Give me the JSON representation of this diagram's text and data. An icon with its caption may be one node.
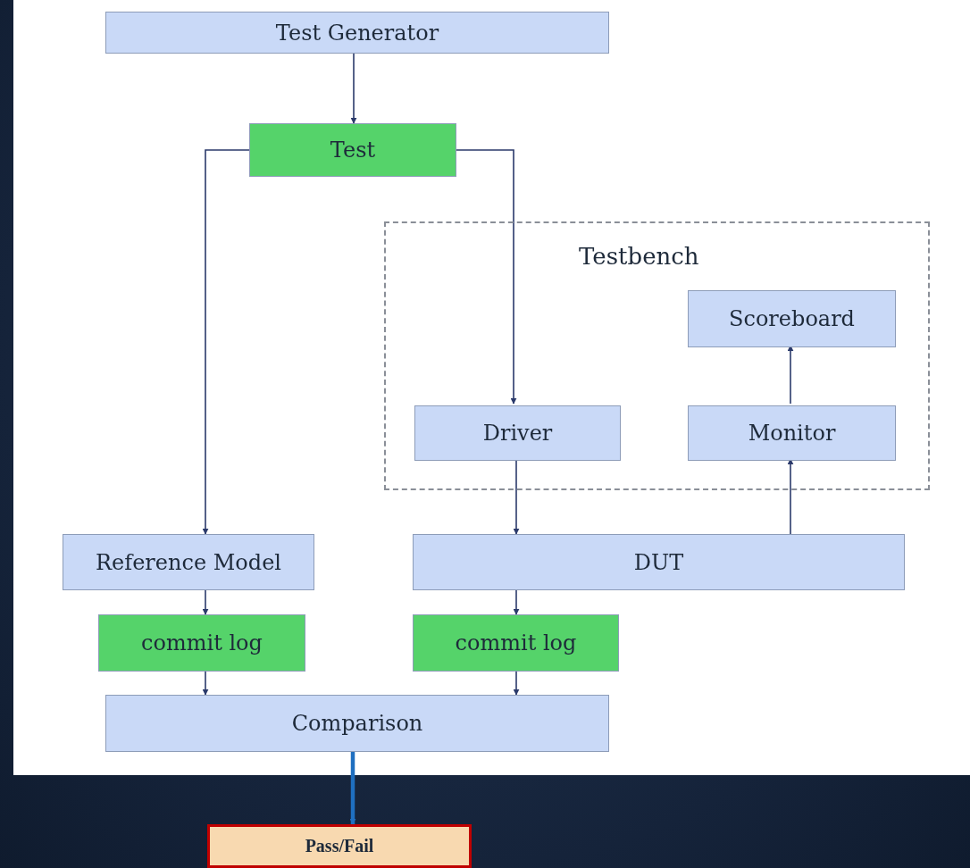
{
  "diagram": {
    "nodes": [
      {
        "text": [
          "Test Generator"
        ]
      },
      {
        "text": [
          "Test"
        ]
      },
      {
        "text": [
          "Testbench"
        ]
      },
      {
        "text": [
          "Scoreboard"
        ],
        "in": 2
      },
      {
        "text": [
          "Driver"
        ],
        "in": 2
      },
      {
        "text": [
          "Monitor"
        ],
        "in": 2
      },
      {
        "text": [
          "Reference Model"
        ]
      },
      {
        "text": [
          "DUT"
        ]
      },
      {
        "text": [
          "commit log"
        ]
      },
      {
        "text": [
          "commit log"
        ]
      },
      {
        "text": [
          "Comparison"
        ]
      },
      {
        "text": [
          "Pass/Fail"
        ]
      }
    ],
    "edges": [
      {
        "from": 0,
        "to": 1,
        "arrow": "to"
      },
      {
        "from": 1,
        "to": 6,
        "arrow": "to"
      },
      {
        "from": 1,
        "to": 4,
        "arrow": "to"
      },
      {
        "from": 4,
        "to": 7,
        "arrow": "to"
      },
      {
        "from": 7,
        "to": 5,
        "arrow": "to"
      },
      {
        "from": 5,
        "to": 3,
        "arrow": "to"
      },
      {
        "from": 6,
        "to": 8,
        "arrow": "to"
      },
      {
        "from": 7,
        "to": 9,
        "arrow": "to"
      },
      {
        "from": 8,
        "to": 10,
        "arrow": "to"
      },
      {
        "from": 9,
        "to": 10,
        "arrow": "to"
      },
      {
        "from": 10,
        "to": 11,
        "arrow": "to",
        "style": "thick",
        "color": "#1f6fc0"
      }
    ]
  }
}
